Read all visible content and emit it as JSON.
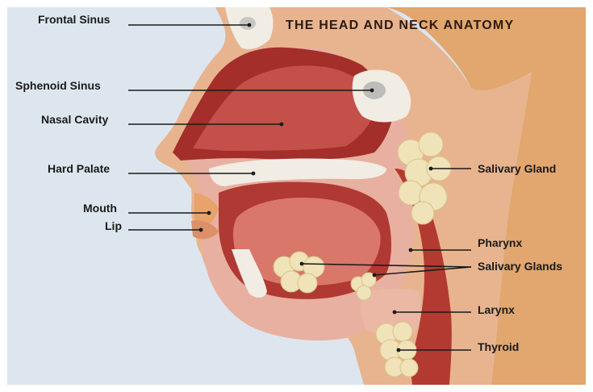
{
  "title": "THE HEAD AND NECK ANATOMY",
  "labels": {
    "frontal_sinus": "Frontal Sinus",
    "sphenoid_sinus": "Sphenoid Sinus",
    "nasal_cavity": "Nasal Cavity",
    "hard_palate": "Hard Palate",
    "mouth": "Mouth",
    "lip": "Lip",
    "salivary_gland": "Salivary Gland",
    "pharynx": "Pharynx",
    "salivary_glands": "Salivary Glands",
    "larynx": "Larynx",
    "thyroid": "Thyroid"
  },
  "colors": {
    "background": "#dde6ee",
    "skin": "#e2a66f",
    "cavity_dark": "#a32e2a",
    "cavity_mid": "#c4504a",
    "tissue_pink": "#e8b0a0",
    "bone": "#f1ede4",
    "gland": "#f0e3b9",
    "leader": "#1a1a1a"
  }
}
